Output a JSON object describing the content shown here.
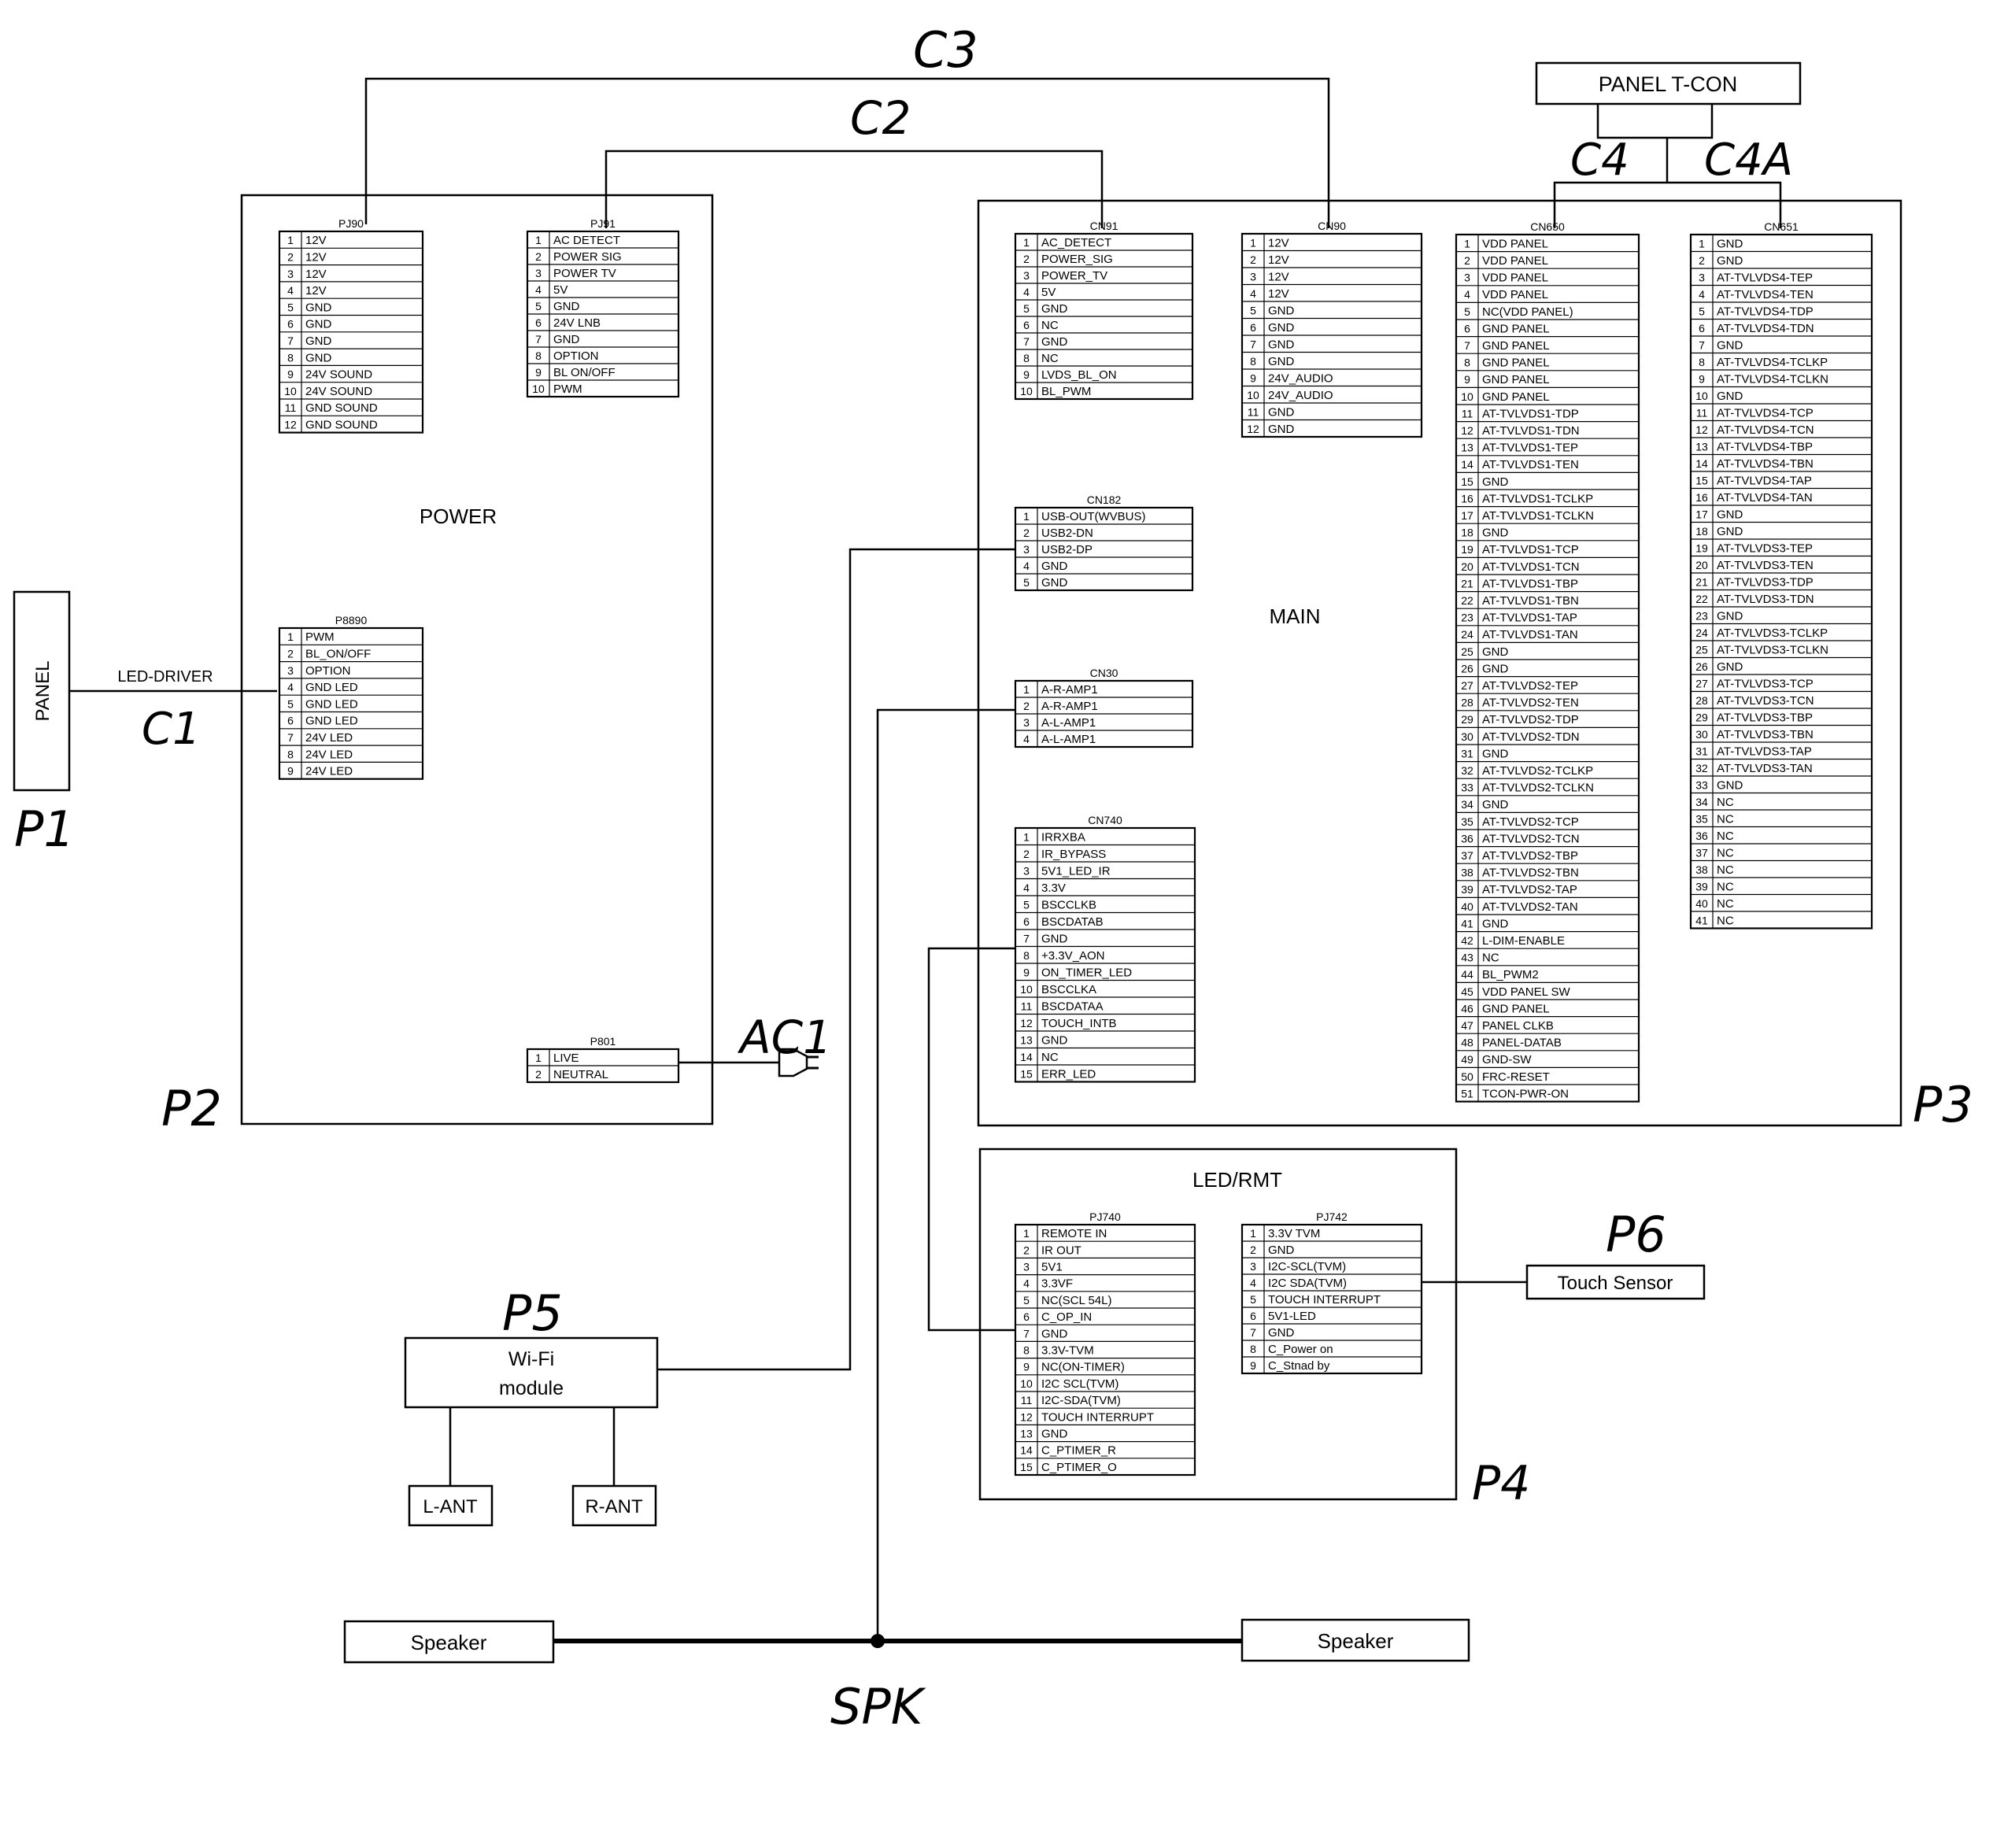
{
  "blocks": {
    "power": "POWER",
    "main": "MAIN",
    "led_rmt": "LED/RMT",
    "panel": "PANEL",
    "panel_tcon": "PANEL T-CON",
    "wifi_line1": "Wi-Fi",
    "wifi_line2": "module",
    "l_ant": "L-ANT",
    "r_ant": "R-ANT",
    "speaker_left": "Speaker",
    "speaker_right": "Speaker",
    "touch_sensor": "Touch Sensor",
    "led_driver": "LED-DRIVER"
  },
  "handwritten": {
    "c1": "C1",
    "c2": "C2",
    "c3": "C3",
    "c4": "C4",
    "c4a": "C4A",
    "p1": "P1",
    "p2": "P2",
    "p3": "P3",
    "p4": "P4",
    "p5": "P5",
    "p6": "P6",
    "ac1": "AC1",
    "spk": "SPK"
  },
  "connectors": [
    {
      "id": "pj90",
      "name": "PJ90",
      "pins": [
        "12V",
        "12V",
        "12V",
        "12V",
        "GND",
        "GND",
        "GND",
        "GND",
        "24V SOUND",
        "24V SOUND",
        "GND SOUND",
        "GND SOUND"
      ]
    },
    {
      "id": "pj91",
      "name": "PJ91",
      "pins": [
        "AC DETECT",
        "POWER SIG",
        "POWER TV",
        "5V",
        "GND",
        "24V LNB",
        "GND",
        "OPTION",
        "BL ON/OFF",
        "PWM"
      ]
    },
    {
      "id": "p8890",
      "name": "P8890",
      "pins": [
        "PWM",
        "BL_ON/OFF",
        "OPTION",
        "GND LED",
        "GND LED",
        "GND LED",
        "24V LED",
        "24V LED",
        "24V LED"
      ]
    },
    {
      "id": "p801",
      "name": "P801",
      "pins": [
        "LIVE",
        "NEUTRAL"
      ]
    },
    {
      "id": "cn91",
      "name": "CN91",
      "pins": [
        "AC_DETECT",
        "POWER_SIG",
        "POWER_TV",
        "5V",
        "GND",
        "NC",
        "GND",
        "NC",
        "LVDS_BL_ON",
        "BL_PWM"
      ]
    },
    {
      "id": "cn90",
      "name": "CN90",
      "pins": [
        "12V",
        "12V",
        "12V",
        "12V",
        "GND",
        "GND",
        "GND",
        "GND",
        "24V_AUDIO",
        "24V_AUDIO",
        "GND",
        "GND"
      ]
    },
    {
      "id": "cn182",
      "name": "CN182",
      "pins": [
        "USB-OUT(WVBUS)",
        "USB2-DN",
        "USB2-DP",
        "GND",
        "GND"
      ]
    },
    {
      "id": "cn30",
      "name": "CN30",
      "pins": [
        "A-R-AMP1",
        "A-R-AMP1",
        "A-L-AMP1",
        "A-L-AMP1"
      ]
    },
    {
      "id": "cn740",
      "name": "CN740",
      "pins": [
        "IRRXBA",
        "IR_BYPASS",
        "5V1_LED_IR",
        "3.3V",
        "BSCCLKB",
        "BSCDATAB",
        "GND",
        "+3.3V_AON",
        "ON_TIMER_LED",
        "BSCCLKA",
        "BSCDATAA",
        "TOUCH_INTB",
        "GND",
        "NC",
        "ERR_LED"
      ]
    },
    {
      "id": "cn650",
      "name": "CN650",
      "pins": [
        "VDD PANEL",
        "VDD PANEL",
        "VDD PANEL",
        "VDD PANEL",
        "NC(VDD PANEL)",
        "GND PANEL",
        "GND PANEL",
        "GND PANEL",
        "GND PANEL",
        "GND PANEL",
        "AT-TVLVDS1-TDP",
        "AT-TVLVDS1-TDN",
        "AT-TVLVDS1-TEP",
        "AT-TVLVDS1-TEN",
        "GND",
        "AT-TVLVDS1-TCLKP",
        "AT-TVLVDS1-TCLKN",
        "GND",
        "AT-TVLVDS1-TCP",
        "AT-TVLVDS1-TCN",
        "AT-TVLVDS1-TBP",
        "AT-TVLVDS1-TBN",
        "AT-TVLVDS1-TAP",
        "AT-TVLVDS1-TAN",
        "GND",
        "GND",
        "AT-TVLVDS2-TEP",
        "AT-TVLVDS2-TEN",
        "AT-TVLVDS2-TDP",
        "AT-TVLVDS2-TDN",
        "GND",
        "AT-TVLVDS2-TCLKP",
        "AT-TVLVDS2-TCLKN",
        "GND",
        "AT-TVLVDS2-TCP",
        "AT-TVLVDS2-TCN",
        "AT-TVLVDS2-TBP",
        "AT-TVLVDS2-TBN",
        "AT-TVLVDS2-TAP",
        "AT-TVLVDS2-TAN",
        "GND",
        "L-DIM-ENABLE",
        "NC",
        "BL_PWM2",
        "VDD PANEL SW",
        "GND PANEL",
        "PANEL CLKB",
        "PANEL-DATAB",
        "GND-SW",
        "FRC-RESET",
        "TCON-PWR-ON"
      ]
    },
    {
      "id": "cn651",
      "name": "CN651",
      "pins": [
        "GND",
        "GND",
        "AT-TVLVDS4-TEP",
        "AT-TVLVDS4-TEN",
        "AT-TVLVDS4-TDP",
        "AT-TVLVDS4-TDN",
        "GND",
        "AT-TVLVDS4-TCLKP",
        "AT-TVLVDS4-TCLKN",
        "GND",
        "AT-TVLVDS4-TCP",
        "AT-TVLVDS4-TCN",
        "AT-TVLVDS4-TBP",
        "AT-TVLVDS4-TBN",
        "AT-TVLVDS4-TAP",
        "AT-TVLVDS4-TAN",
        "GND",
        "GND",
        "AT-TVLVDS3-TEP",
        "AT-TVLVDS3-TEN",
        "AT-TVLVDS3-TDP",
        "AT-TVLVDS3-TDN",
        "GND",
        "AT-TVLVDS3-TCLKP",
        "AT-TVLVDS3-TCLKN",
        "GND",
        "AT-TVLVDS3-TCP",
        "AT-TVLVDS3-TCN",
        "AT-TVLVDS3-TBP",
        "AT-TVLVDS3-TBN",
        "AT-TVLVDS3-TAP",
        "AT-TVLVDS3-TAN",
        "GND",
        "NC",
        "NC",
        "NC",
        "NC",
        "NC",
        "NC",
        "NC",
        "NC"
      ]
    },
    {
      "id": "pj740",
      "name": "PJ740",
      "pins": [
        "REMOTE IN",
        "IR OUT",
        "5V1",
        "3.3VF",
        "NC(SCL 54L)",
        "C_OP_IN",
        "GND",
        "3.3V-TVM",
        "NC(ON-TIMER)",
        "I2C SCL(TVM)",
        "I2C-SDA(TVM)",
        "TOUCH INTERRUPT",
        "GND",
        "C_PTIMER_R",
        "C_PTIMER_O"
      ]
    },
    {
      "id": "pj742",
      "name": "PJ742",
      "pins": [
        "3.3V TVM",
        "GND",
        "I2C-SCL(TVM)",
        "I2C SDA(TVM)",
        "TOUCH INTERRUPT",
        "5V1-LED",
        "GND",
        "C_Power on",
        "C_Stnad by"
      ]
    }
  ]
}
